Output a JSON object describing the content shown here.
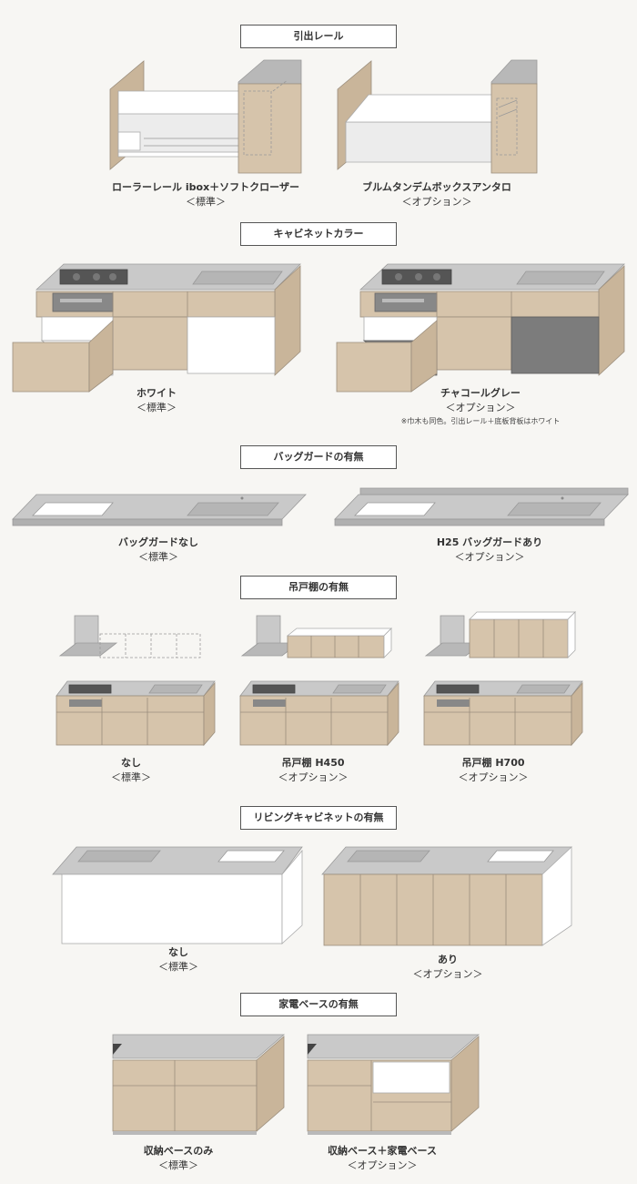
{
  "sections": {
    "drawer_rail": {
      "title": "引出レール",
      "left_caption": "ローラーレール ibox＋ソフトクローザー",
      "left_sub": "＜標準＞",
      "right_caption": "ブルムタンデムボックスアンタロ",
      "right_sub": "＜オプション＞"
    },
    "cabinet_color": {
      "title": "キャビネットカラー",
      "left_caption": "ホワイト",
      "left_sub": "＜標準＞",
      "right_caption": "チャコールグレー",
      "right_sub": "＜オプション＞",
      "note": "※巾木も同色。引出レール＋底板背板はホワイト"
    },
    "back_guard": {
      "title": "バッグガードの有無",
      "left_caption": "バッグガードなし",
      "left_sub": "＜標準＞",
      "right_caption": "H25 バッグガードあり",
      "right_sub": "＜オプション＞"
    },
    "wall_cabinet": {
      "title": "吊戸棚の有無",
      "c1_caption": "なし",
      "c1_sub": "＜標準＞",
      "c2_caption": "吊戸棚 H450",
      "c2_sub": "＜オプション＞",
      "c3_caption": "吊戸棚 H700",
      "c3_sub": "＜オプション＞"
    },
    "living_cabinet": {
      "title": "リビングキャビネットの有無",
      "left_caption": "なし",
      "left_sub": "＜標準＞",
      "right_caption": "あり",
      "right_sub": "＜オプション＞"
    },
    "appliance_base": {
      "title": "家電ベースの有無",
      "left_caption": "収納ベースのみ",
      "left_sub": "＜標準＞",
      "right_caption": "収納ベース＋家電ベース",
      "right_sub": "＜オプション＞"
    }
  },
  "colors": {
    "wood": "#d6c4ab",
    "top": "#c8c8c8",
    "charcoal": "#7a7a7a",
    "background": "#f7f6f3"
  }
}
